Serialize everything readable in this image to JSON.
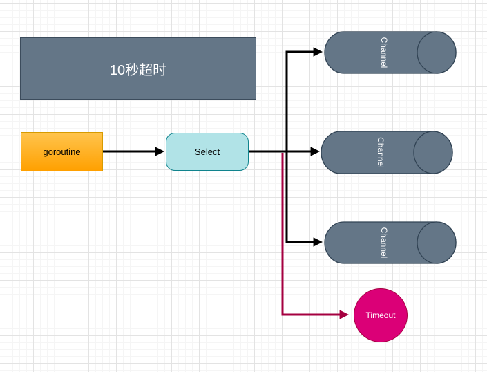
{
  "diagram": {
    "title_note": {
      "label": "10秒超时",
      "fill": "#647687",
      "stroke": "#3c4c5c",
      "text_color": "#ffffff"
    },
    "goroutine": {
      "label": "goroutine",
      "fill_top": "#ffc44d",
      "fill_bottom": "#ffa000",
      "stroke": "#d79b00",
      "text_color": "#000000"
    },
    "select": {
      "label": "Select",
      "fill": "#b1e3e7",
      "stroke": "#10838d",
      "text_color": "#000000"
    },
    "channels": [
      {
        "label": "Channel"
      },
      {
        "label": "Channel"
      },
      {
        "label": "Channel"
      }
    ],
    "channel_style": {
      "fill": "#647687",
      "stroke": "#314354",
      "text_color": "#ffffff"
    },
    "timeout": {
      "label": "Timeout",
      "fill": "#db0077",
      "stroke": "#a50040",
      "text_color": "#ffffff"
    },
    "edges": {
      "default_color": "#000000",
      "timeout_color": "#a50040"
    }
  }
}
